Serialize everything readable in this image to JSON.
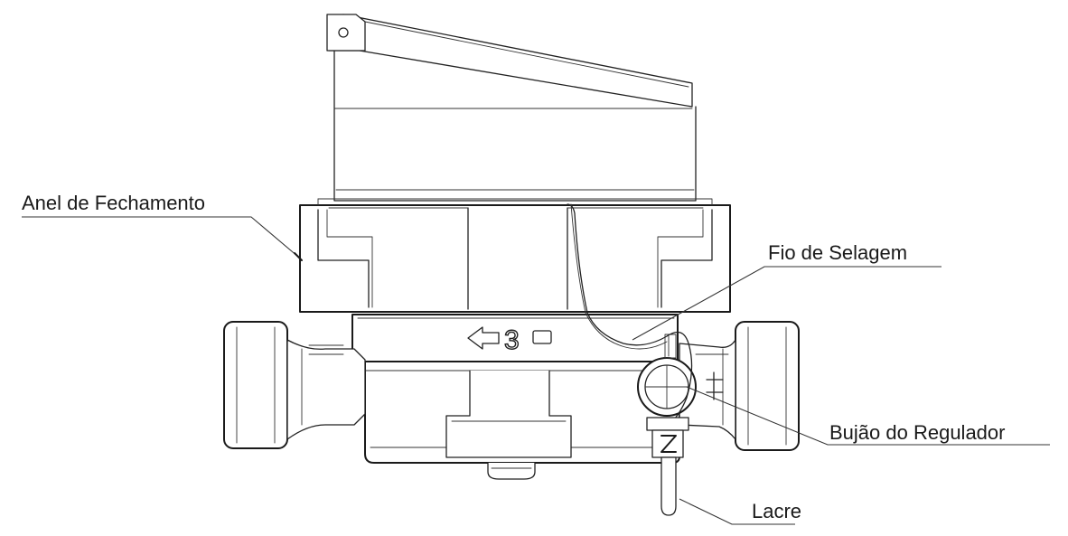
{
  "labels": {
    "closing_ring": "Anel de Fechamento",
    "sealing_wire": "Fio de Selagem",
    "regulator_plug": "Bujão do Regulador",
    "seal": "Lacre"
  },
  "body_marking": {
    "flow_class": "3"
  }
}
